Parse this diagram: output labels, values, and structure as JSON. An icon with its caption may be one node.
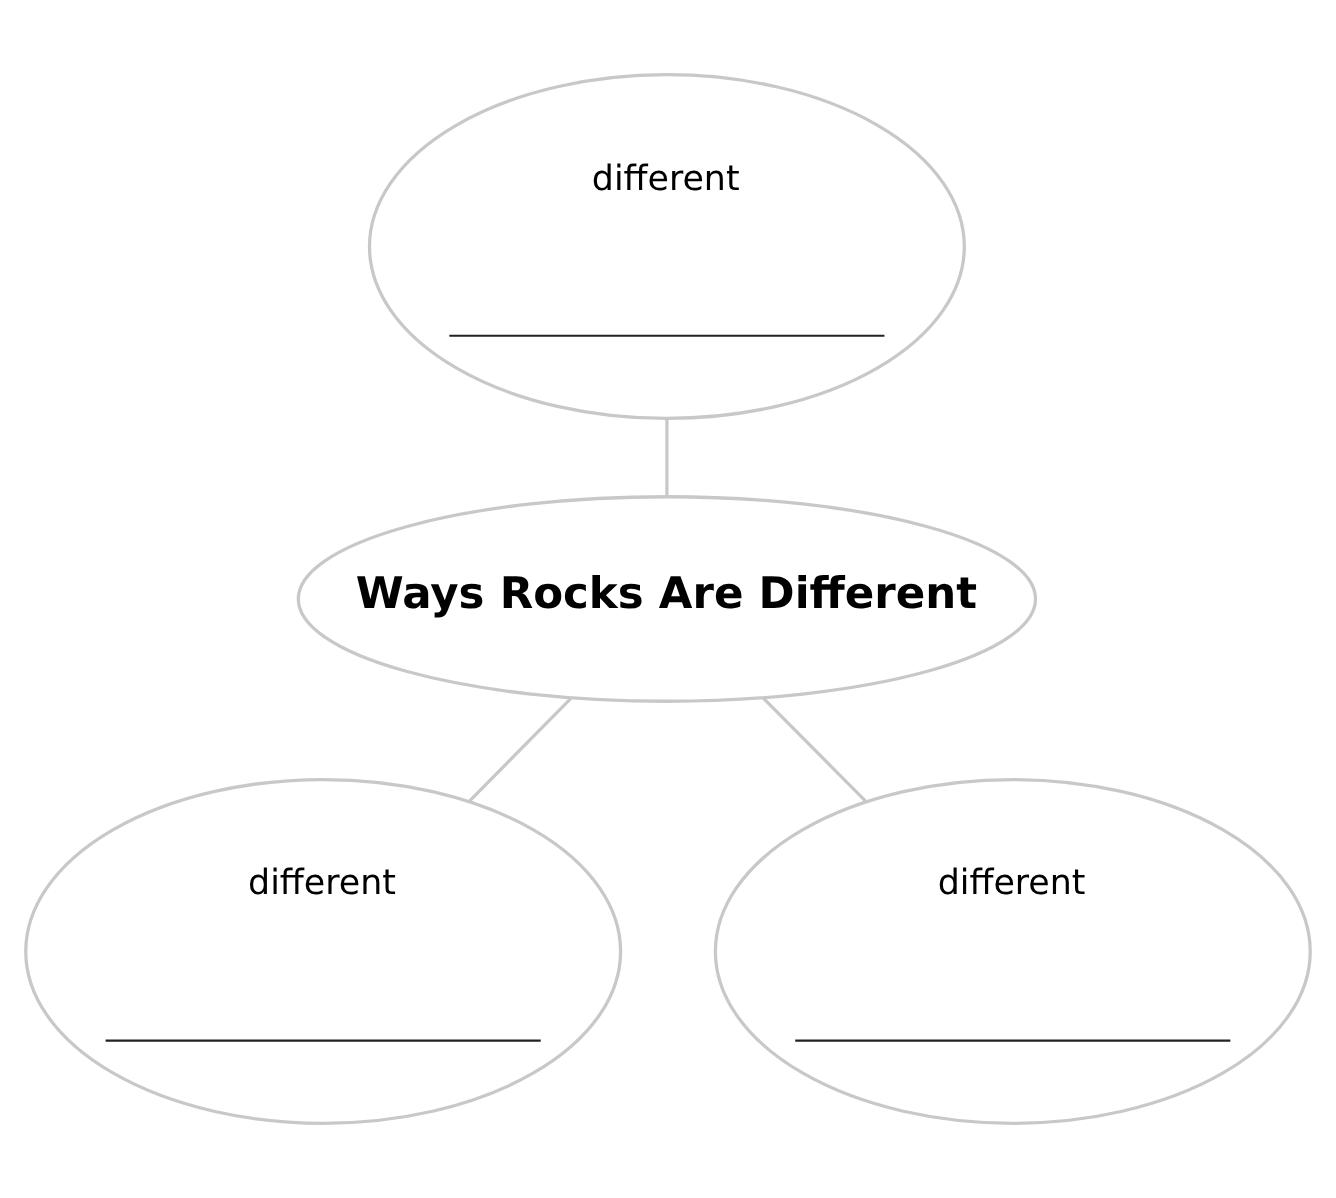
{
  "diagram": {
    "nodes": [
      {
        "text": [
          "different"
        ]
      },
      {
        "text": [
          "Ways Rocks Are Different"
        ]
      },
      {
        "text": [
          "different"
        ]
      },
      {
        "text": [
          "different"
        ]
      }
    ],
    "edges": [
      {
        "from": 0,
        "to": 1,
        "arrow": "none"
      },
      {
        "from": 1,
        "to": 2,
        "arrow": "none"
      },
      {
        "from": 1,
        "to": 3,
        "arrow": "none"
      }
    ]
  }
}
